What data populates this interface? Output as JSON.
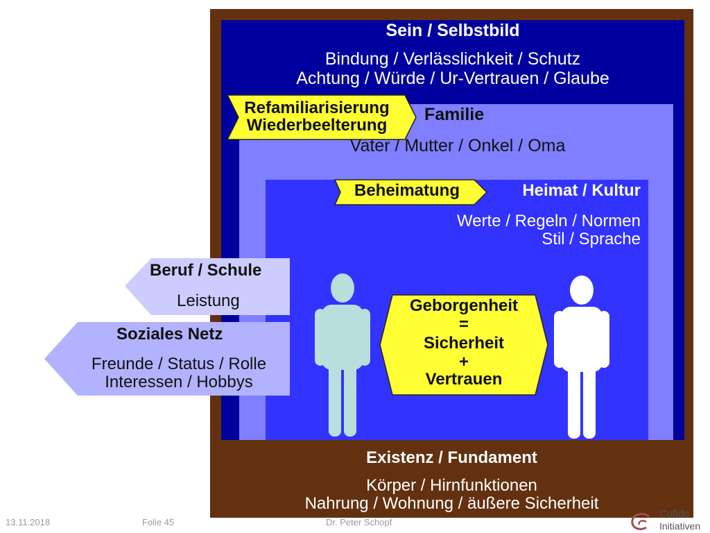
{
  "sein": {
    "title": "Sein / Selbstbild",
    "line1": "Bindung / Verlässlichkeit / Schutz",
    "line2": "Achtung / Würde / Ur-Vertrauen / Glaube"
  },
  "familie": {
    "title": "Familie",
    "line1": "Vater / Mutter / Onkel / Oma",
    "tag_line1": "Refamiliarisierung",
    "tag_line2": "Wiederbeelterung"
  },
  "heimat": {
    "title": "Heimat / Kultur",
    "line1": "Werte / Regeln / Normen",
    "line2": "Stil / Sprache",
    "tag": "Beheimatung"
  },
  "center_badge": {
    "line1": "Geborgenheit",
    "line2": "=",
    "line3": "Sicherheit",
    "line4": "+",
    "line5": "Vertrauen"
  },
  "beruf": {
    "title": "Beruf / Schule",
    "line1": "Leistung"
  },
  "soziales": {
    "title": "Soziales Netz",
    "line1": "Freunde / Status / Rolle",
    "line2": "Interessen / Hobbys"
  },
  "existenz": {
    "title": "Existenz / Fundament",
    "line1": "Körper / Hirnfunktionen",
    "line2": "Nahrung / Wohnung / äußere Sicherheit"
  },
  "footer": {
    "date": "13.11.2018",
    "slide": "Folie 45",
    "author": "Dr. Peter Schopf",
    "logo_line1": "Cofido",
    "logo_line2": "Initiativen"
  },
  "colors": {
    "outer_brown": "#633110",
    "navy": "#00009e",
    "mid_blue": "#7f7fff",
    "royal_blue": "#3333ff",
    "yellow": "#ffff33",
    "lavender": "#ccccff",
    "lavender_dark": "#b2b2ff",
    "figure_light_blue": "#b8dede",
    "figure_white": "#ffffff"
  }
}
